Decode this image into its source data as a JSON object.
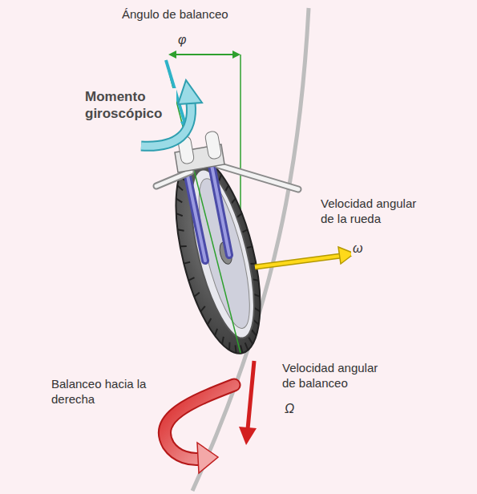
{
  "diagram": {
    "labels": [
      "Ángulo de balanceo",
      "φ",
      "Momento giroscópico",
      "Velocidad angular de la rueda",
      "ω",
      "Balanceo hacia la derecha",
      "Velocidad angular de balanceo",
      "Ω"
    ]
  }
}
